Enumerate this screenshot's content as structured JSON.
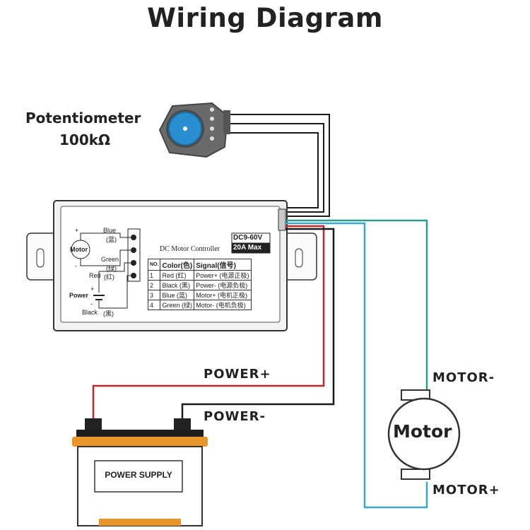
{
  "title": "Wiring Diagram",
  "potentiometer": {
    "name": "Potentiometer",
    "value": "100kΩ"
  },
  "controller": {
    "label": "DC Motor Controller",
    "spec_voltage": "DC9-60V",
    "spec_current": "20A Max",
    "schematic": {
      "motor": "Motor",
      "power": "Power",
      "blue": "Blue",
      "blue_cn": "(蓝)",
      "green": "Green",
      "green_cn": "(绿)",
      "red": "Red",
      "red_cn": "(红)",
      "black": "Black",
      "black_cn": "(黑)",
      "plus": "+",
      "minus": "-"
    },
    "table": {
      "headers": {
        "no": "NO.",
        "color": "Color(色)",
        "signal": "Signal(信号)"
      },
      "rows": [
        {
          "no": "1",
          "color": "Red (红)",
          "signal": "Power+ (电源正极)"
        },
        {
          "no": "2",
          "color": "Black (黑)",
          "signal": "Power- (电源负极)"
        },
        {
          "no": "3",
          "color": "Blue (蓝)",
          "signal": "Motor+ (电机正极)"
        },
        {
          "no": "4",
          "color": "Green (绿)",
          "signal": "Motor- (电机负极)"
        }
      ]
    }
  },
  "labels": {
    "power_plus": "POWER+",
    "power_minus": "POWER-",
    "motor_minus": "MOTOR-",
    "motor_plus": "MOTOR+",
    "motor": "Motor",
    "power_supply": "POWER SUPPLY"
  },
  "colors": {
    "red_wire": "#c0282c",
    "black_wire": "#1a1a1a",
    "blue_wire": "#3aa6c8",
    "green_wire": "#2e9a8a",
    "knob": "#2a8fd0",
    "battery_top": "#e8962a"
  }
}
